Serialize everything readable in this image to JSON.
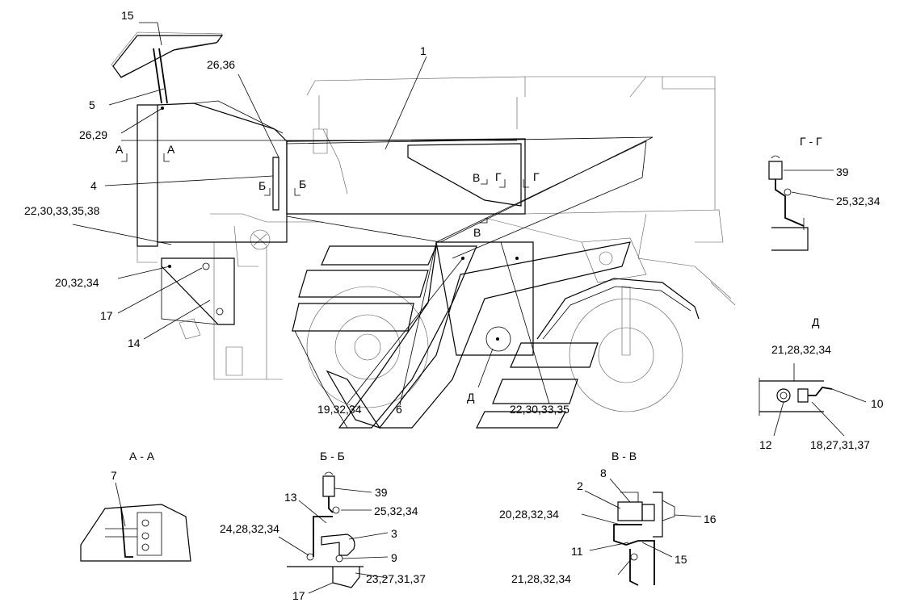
{
  "labels": {
    "p15": "15",
    "p5": "5",
    "p26_29": "26,29",
    "p26_36": "26,36",
    "p1": "1",
    "p4": "4",
    "p22_30_33_35_38": "22,30,33,35,38",
    "p20_32_34": "20,32,34",
    "p17": "17",
    "p14": "14",
    "p19_32_34": "19,32,34",
    "p6": "6",
    "p22_30_33_35": "22,30,33,35",
    "gg_39": "39",
    "gg_25_32_34": "25,32,34",
    "d_21_28_32_34": "21,28,32,34",
    "d_10": "10",
    "d_12": "12",
    "d_18_27_31_37": "18,27,31,37",
    "aa_7": "7",
    "bb_13": "13",
    "bb_39": "39",
    "bb_25_32_34": "25,32,34",
    "bb_24_28_32_34": "24,28,32,34",
    "bb_3": "3",
    "bb_9": "9",
    "bb_23_27_31_37": "23,27,31,37",
    "bb_17": "17",
    "vv_8": "8",
    "vv_2": "2",
    "vv_20_28_32_34": "20,28,32,34",
    "vv_16": "16",
    "vv_11": "11",
    "vv_15": "15",
    "vv_21_28_32_34": "21,28,32,34"
  },
  "section_marks": {
    "a_left": "А",
    "a_right": "А",
    "b_left": "Б",
    "b_right": "Б",
    "v_top": "В",
    "v_bottom": "В",
    "g_left": "Г",
    "g_right": "Г",
    "d_mark": "Д"
  },
  "section_titles": {
    "aa": "А - А",
    "bb": "Б - Б",
    "vv": "В - В",
    "gg": "Г - Г",
    "d": "Д"
  }
}
